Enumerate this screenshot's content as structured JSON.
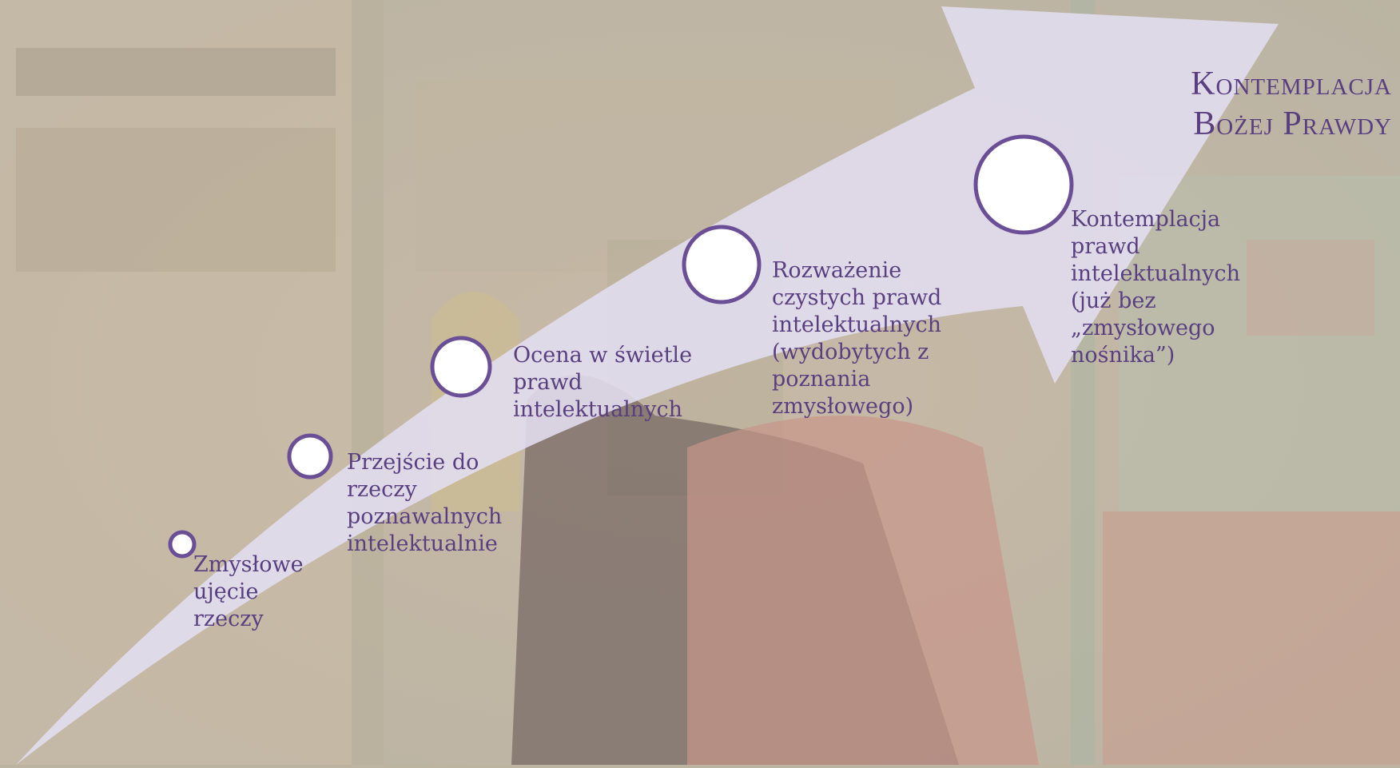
{
  "title_lines": [
    "Kontemplacja",
    "Bożej Prawdy"
  ],
  "steps": [
    {
      "label": "Zmysłowe\nujęcie\nrzeczy"
    },
    {
      "label": "Przejście do\nrzeczy\npoznawalnych\nintelektualnie"
    },
    {
      "label": "Ocena w świetle\nprawd\nintelektualnych"
    },
    {
      "label": "Rozważenie\nczystych prawd\nintelektualnych\n(wydobytych z\npoznania\nzmysłowego)"
    },
    {
      "label": "Kontemplacja\nprawd\nintelektualnych\n(już bez\n„zmysłowego\nnośnika”)"
    }
  ],
  "colors": {
    "arrow_fill": "#e2def0",
    "circle_stroke": "#6b4f96",
    "circle_fill": "#ffffff",
    "text": "#5a3f80",
    "background": "#bdb3a1"
  }
}
